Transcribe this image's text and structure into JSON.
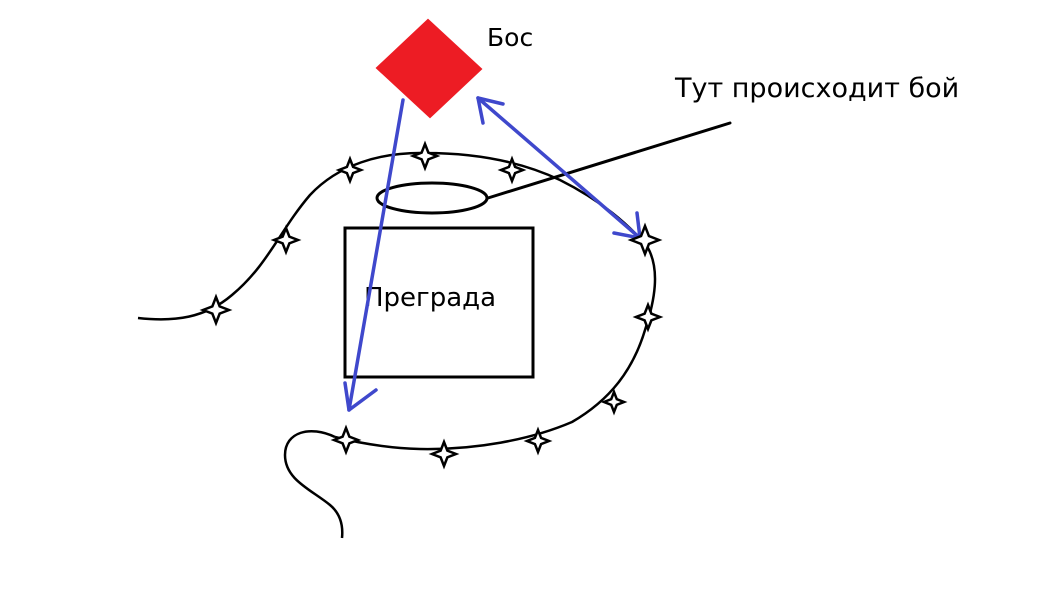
{
  "labels": {
    "boss": "Бос",
    "battle": "Тут происходит бой",
    "obstacle": "Преграда"
  },
  "colors": {
    "boss": "#ed1c24",
    "arrow": "#3f48cc",
    "ink": "#000000",
    "background": "#ffffff"
  },
  "icons": {
    "boss": "red-diamond",
    "waypoint": "four-point-star",
    "arrow": "blue-arrow",
    "fight_zone": "ellipse-marker"
  }
}
